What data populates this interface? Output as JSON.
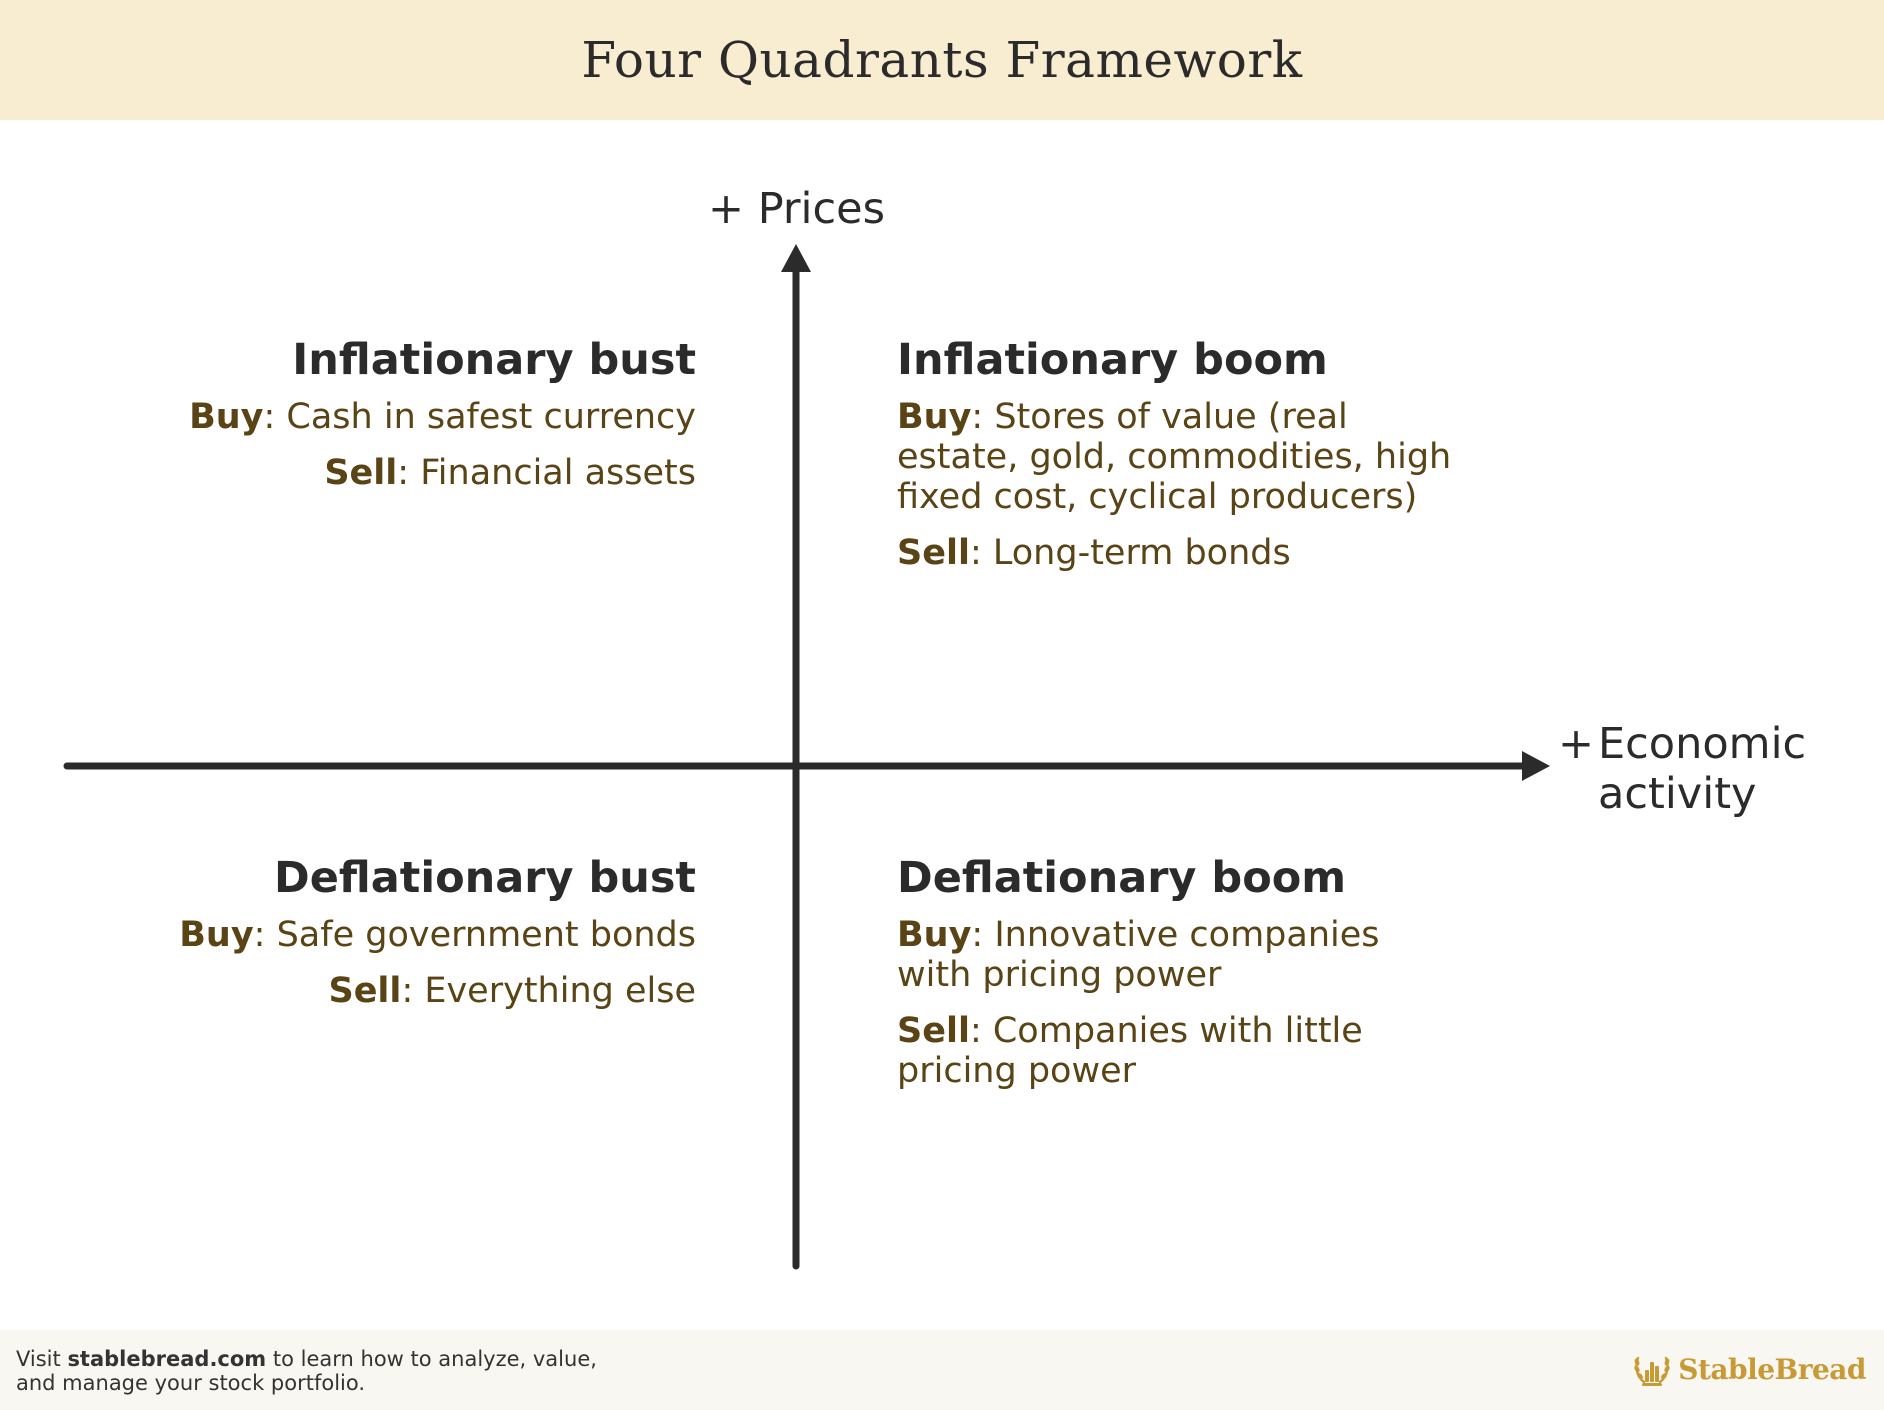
{
  "title": "Four Quadrants Framework",
  "axes": {
    "y_label": "+ Prices",
    "x_label_line1": "Economic",
    "x_label_line2": "activity",
    "x_label_plus": "+"
  },
  "quadrants": {
    "inflationary_bust": {
      "title": "Inflationary bust",
      "buy_key": "Buy",
      "buy_text": ": Cash in safest currency",
      "sell_key": "Sell",
      "sell_text": ": Financial assets"
    },
    "inflationary_boom": {
      "title": "Inflationary boom",
      "buy_key": "Buy",
      "buy_text": ": Stores of value (real estate, gold, commodities, high fixed cost, cyclical producers)",
      "sell_key": "Sell",
      "sell_text": ": Long-term bonds"
    },
    "deflationary_bust": {
      "title": "Deflationary bust",
      "buy_key": "Buy",
      "buy_text": ": Safe government bonds",
      "sell_key": "Sell",
      "sell_text": ": Everything else"
    },
    "deflationary_boom": {
      "title": "Deflationary boom",
      "buy_key": "Buy",
      "buy_text": ": Innovative companies with pricing power",
      "sell_key": "Sell",
      "sell_text": ": Companies with little pricing power"
    }
  },
  "footer": {
    "prefix": "Visit ",
    "site": "stablebread.com",
    "suffix": " to learn how to analyze, value,",
    "line2": "and manage your stock portfolio.",
    "logo_text": "StableBread",
    "logo_icon": "wheat-bread-icon",
    "logo_color": "#c89a35"
  },
  "colors": {
    "header_bg": "#f8ecd1",
    "accent_text": "#5a4314",
    "axis": "#2b2b2b"
  }
}
